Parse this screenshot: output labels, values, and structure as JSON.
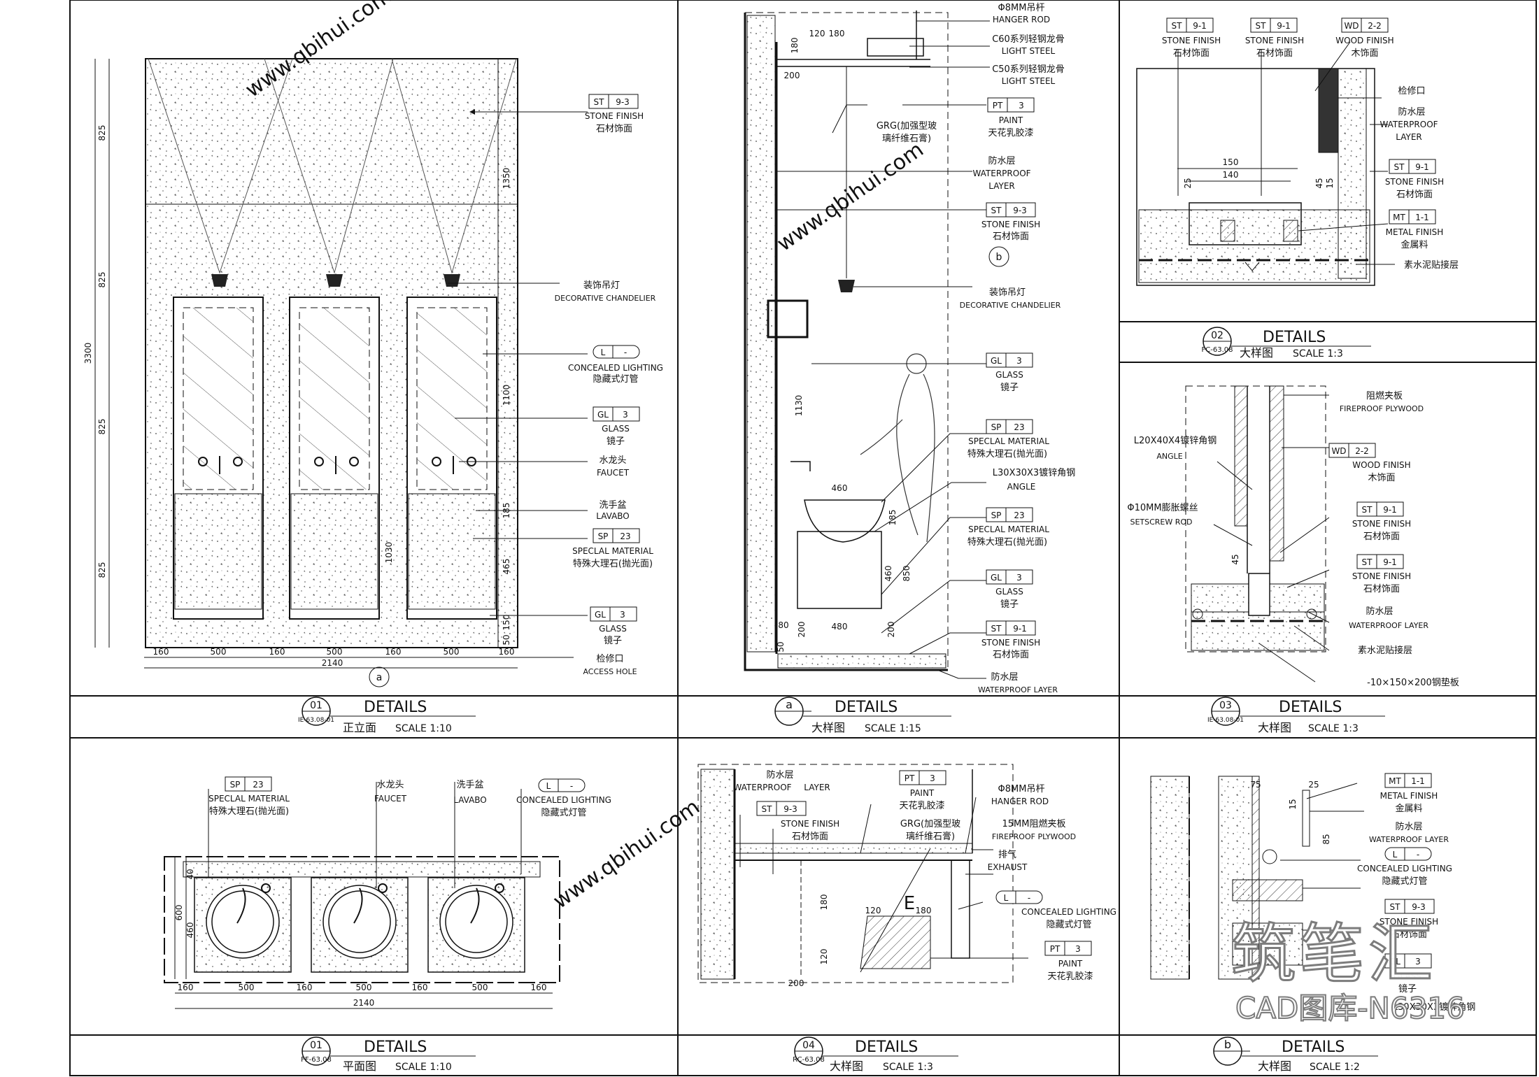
{
  "panels": {
    "p01_elev": {
      "num": "01",
      "sheet": "IE-63.08-01",
      "title": "DETAILS",
      "name": "正立面",
      "scale": "SCALE 1:10",
      "dims_h": [
        "160",
        "500",
        "160",
        "500",
        "160",
        "500",
        "160"
      ],
      "dim_total": "2140",
      "dims_left": [
        "825",
        "825",
        "825",
        "825"
      ],
      "dim_height": "3300",
      "dims_right": [
        "1350",
        "1100",
        "185",
        "465",
        "150",
        "50"
      ],
      "dim_1030": "1030",
      "section_mark": "a",
      "callouts": {
        "st93": {
          "code": "ST",
          "num": "9-3",
          "en": "STONE FINISH",
          "cn": "石材饰面"
        },
        "chandelier": {
          "cn": "装饰吊灯",
          "en": "DECORATIVE CHANDELIER"
        },
        "lighting": {
          "code": "L",
          "num": "-",
          "en": "CONCEALED LIGHTING",
          "cn": "隐藏式灯管"
        },
        "gl3a": {
          "code": "GL",
          "num": "3",
          "en": "GLASS",
          "cn": "镜子"
        },
        "faucet": {
          "cn": "水龙头",
          "en": "FAUCET"
        },
        "lavabo": {
          "cn": "洗手盆",
          "en": "LAVABO"
        },
        "sp23": {
          "code": "SP",
          "num": "23",
          "en": "SPECLAL MATERIAL",
          "cn": "特殊大理石(抛光面)"
        },
        "gl3b": {
          "code": "GL",
          "num": "3",
          "en": "GLASS",
          "cn": "镜子"
        },
        "access": {
          "cn": "检修口",
          "en": "ACCESS HOLE"
        }
      }
    },
    "pa_section": {
      "num": "a",
      "title": "DETAILS",
      "name": "大样图",
      "scale": "SCALE 1:15",
      "dims": {
        "d120": "120",
        "d180": "180",
        "d200": "200",
        "d460": "460",
        "d1130": "1130",
        "d185": "185",
        "d850": "850",
        "d460b": "460",
        "d80": "80",
        "d200b": "200",
        "d480": "480",
        "d50": "50",
        "d200c": "200",
        "d180b": "180"
      },
      "callouts": {
        "rod": {
          "cn": "Φ8MM吊杆",
          "en": "HANGER ROD"
        },
        "c60": {
          "cn": "C60系列轻钢龙骨",
          "en": "LIGHT STEEL"
        },
        "c50": {
          "cn": "C50系列轻钢龙骨",
          "en": "LIGHT STEEL"
        },
        "pt3": {
          "code": "PT",
          "num": "3",
          "en": "PAINT",
          "cn": "天花乳胶漆"
        },
        "grg": {
          "cn1": "GRG(加强型玻",
          "cn2": "璃纤维石膏)"
        },
        "wp": {
          "cn": "防水层",
          "en1": "WATERPROOF",
          "en2": "LAYER"
        },
        "st93": {
          "code": "ST",
          "num": "9-3",
          "en": "STONE FINISH",
          "cn": "石材饰面"
        },
        "b_mark": "b",
        "chandelier": {
          "cn": "装饰吊灯",
          "en": "DECORATIVE CHANDELIER"
        },
        "gl3": {
          "code": "GL",
          "num": "3",
          "en": "GLASS",
          "cn": "镜子"
        },
        "sp23a": {
          "code": "SP",
          "num": "23",
          "en": "SPECLAL MATERIAL",
          "cn": "特殊大理石(抛光面)"
        },
        "angle": {
          "cn": "L30X30X3镀锌角钢",
          "en": "ANGLE"
        },
        "sp23b": {
          "code": "SP",
          "num": "23",
          "en": "SPECLAL MATERIAL",
          "cn": "特殊大理石(抛光面)"
        },
        "gl3b": {
          "code": "GL",
          "num": "3",
          "en": "GLASS",
          "cn": "镜子"
        },
        "st91": {
          "code": "ST",
          "num": "9-1",
          "en": "STONE FINISH",
          "cn": "石材饰面"
        },
        "wp2": {
          "cn": "防水层",
          "en": "WATERPROOF    LAYER"
        }
      }
    },
    "p02_detail": {
      "num": "02",
      "sheet": "FC-63.08",
      "title": "DETAILS",
      "name": "大样图",
      "scale": "SCALE 1:3",
      "dims": {
        "d150": "150",
        "d140": "140",
        "d45": "45",
        "d15": "15",
        "d25": "25"
      },
      "callouts": {
        "st91a": {
          "code": "ST",
          "num": "9-1",
          "en": "STONE FINISH",
          "cn": "石材饰面"
        },
        "st91b": {
          "code": "ST",
          "num": "9-1",
          "en": "STONE FINISH",
          "cn": "石材饰面"
        },
        "wd22": {
          "code": "WD",
          "num": "2-2",
          "en": "WOOD FINISH",
          "cn": "木饰面"
        },
        "access": {
          "cn": "检修口"
        },
        "wp": {
          "cn": "防水层",
          "en1": "WATERPROOF",
          "en2": "LAYER"
        },
        "st91c": {
          "code": "ST",
          "num": "9-1",
          "en": "STONE FINISH",
          "cn": "石材饰面"
        },
        "mt11": {
          "code": "MT",
          "num": "1-1",
          "en": "METAL FINISH",
          "cn": "金属料"
        },
        "cement": {
          "cn": "素水泥贴接层"
        }
      }
    },
    "p03_detail": {
      "num": "03",
      "sheet": "IE-63.08-01",
      "title": "DETAILS",
      "name": "大样图",
      "scale": "SCALE 1:3",
      "dims": {
        "d45": "45"
      },
      "callouts": {
        "plywood": {
          "cn": "阻燃夹板",
          "en": "FIREPROOF   PLYWOOD"
        },
        "angle": {
          "cn": "L20X40X4镀锌角钢",
          "en": "ANGLE"
        },
        "wd22": {
          "code": "WD",
          "num": "2-2",
          "en": "WOOD FINISH",
          "cn": "木饰面"
        },
        "rod": {
          "cn": "Φ10MM膨胀螺丝",
          "en": "SETSCREW  ROD"
        },
        "st91a": {
          "code": "ST",
          "num": "9-1",
          "en": "STONE FINISH",
          "cn": "石材饰面"
        },
        "st91b": {
          "code": "ST",
          "num": "9-1",
          "en": "STONE FINISH",
          "cn": "石材饰面"
        },
        "wp": {
          "cn": "防水层",
          "en": "WATERPROOF     LAYER"
        },
        "cement": {
          "cn": "素水泥贴接层"
        },
        "plate": {
          "cn": "-10×150×200钢垫板"
        }
      }
    },
    "p01_plan": {
      "num": "01",
      "sheet": "FF-63.08",
      "title": "DETAILS",
      "name": "平面图",
      "scale": "SCALE 1:10",
      "dims_h": [
        "160",
        "500",
        "160",
        "500",
        "160",
        "500",
        "160"
      ],
      "dim_total": "2140",
      "dims_v": [
        "40",
        "600",
        "460"
      ],
      "callouts": {
        "sp23": {
          "code": "SP",
          "num": "23",
          "en": "SPECLAL MATERIAL",
          "cn": "特殊大理石(抛光面)"
        },
        "faucet": {
          "cn": "水龙头",
          "en": "FAUCET"
        },
        "lavabo": {
          "cn": "洗手盆",
          "en": "LAVABO"
        },
        "lighting": {
          "code": "L",
          "num": "-",
          "en": "CONCEALED LIGHTING",
          "cn": "隐藏式灯管"
        }
      }
    },
    "p04_detail": {
      "num": "04",
      "sheet": "RC-63.08",
      "title": "DETAILS",
      "name": "大样图",
      "scale": "SCALE 1:3",
      "dims": {
        "d180": "180",
        "d120": "120",
        "d180b": "180",
        "d120b": "120",
        "d200": "200"
      },
      "e_mark": "E",
      "callouts": {
        "wp": {
          "cn": "防水层",
          "en1": "WATERPROOF",
          "en2": "LAYER"
        },
        "pt3a": {
          "code": "PT",
          "num": "3",
          "en": "PAINT",
          "cn": "天花乳胶漆"
        },
        "rod": {
          "cn": "Φ8MM吊杆",
          "en": "HANGER ROD"
        },
        "st93": {
          "code": "ST",
          "num": "9-3",
          "en": "STONE FINISH",
          "cn": "石材饰面"
        },
        "grg": {
          "cn1": "GRG(加强型玻",
          "cn2": "璃纤维石膏)"
        },
        "plywood": {
          "cn": "15MM阻燃夹板",
          "en": "FIREPROOF  PLYWOOD"
        },
        "exhaust": {
          "cn": "排气",
          "en": "EXHAUST"
        },
        "lighting": {
          "code": "L",
          "num": "-",
          "en": "CONCEALED LIGHTING",
          "cn": "隐藏式灯管"
        },
        "pt3b": {
          "code": "PT",
          "num": "3",
          "en": "PAINT",
          "cn": "天花乳胶漆"
        }
      }
    },
    "pb_detail": {
      "num": "b",
      "title": "DETAILS",
      "name": "大样图",
      "scale": "SCALE 1:2",
      "dims": {
        "d75": "75",
        "d25": "25",
        "d15": "15",
        "d85": "85"
      },
      "callouts": {
        "mt11": {
          "code": "MT",
          "num": "1-1",
          "en": "METAL FINISH",
          "cn": "金属料"
        },
        "wp": {
          "cn": "防水层",
          "en": "WATERPROOF    LAYER"
        },
        "lighting": {
          "code": "L",
          "num": "-",
          "en": "CONCEALED LIGHTING",
          "cn": "隐藏式灯管"
        },
        "st93": {
          "code": "ST",
          "num": "9-3",
          "en": "STONE FINISH",
          "cn": "石材饰面"
        },
        "gl3": {
          "code": "GL",
          "num": "3",
          "en": "GLASS",
          "cn": "镜子"
        },
        "angle": {
          "cn": "L30X30X3镀锌角钢"
        }
      }
    }
  },
  "watermark": {
    "cn": "筑笔汇",
    "en": "CAD图库-N6316",
    "url": "www.qbihui.com"
  },
  "colors": {
    "line": "#111111",
    "marble": "#9a9a9a",
    "accent": "#000000"
  }
}
